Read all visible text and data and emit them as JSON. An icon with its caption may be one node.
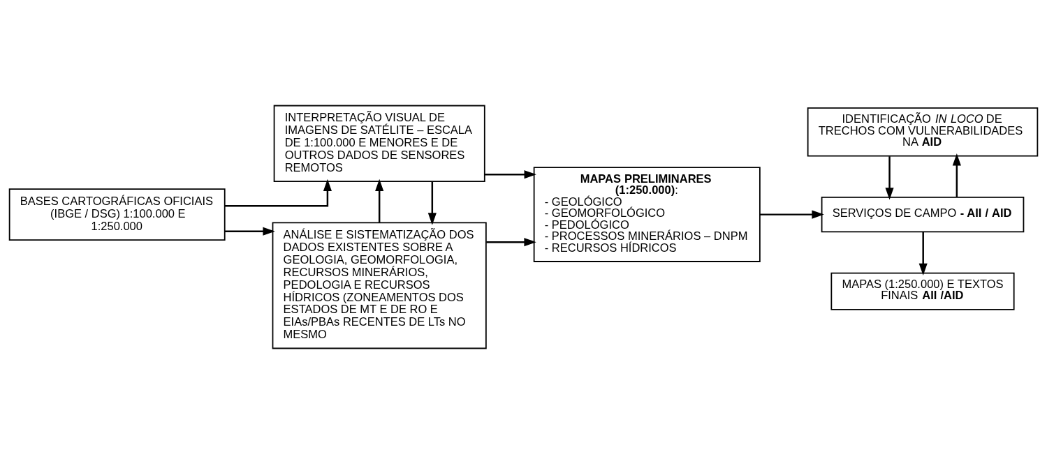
{
  "diagram": {
    "nodes": [
      {
        "text": [
          "BASES CARTOGRÁFICAS OFICIAIS (IBGE / DSG) 1:100.000 E 1:250.000"
        ]
      },
      {
        "text": [
          "ANÁLISE E SISTEMATIZAÇÃO DOS DADOS EXISTENTES SOBRE A GEOLOGIA, GEOMORFOLOGIA, RECURSOS MINERÁRIOS, PEDOLOGIA E RECURSOS HÍDRICOS (ZONEAMENTOS DOS ESTADOS DE MT E DE RO E EIAs/PBAs RECENTES DE LTs NO MESMO"
        ]
      },
      {
        "text": [
          "INTERPRETAÇÃO VISUAL DE IMAGENS DE SATÉLITE – ESCALA DE 1:100.000 E MENORES E DE OUTROS DADOS DE SENSORES REMOTOS"
        ]
      },
      {
        "text": [
          "**MAPAS PRELIMINARES (1:250.000)**:",
          "- GEOLÓGICO",
          "- GEOMORFOLÓGICO",
          "- PEDOLÓGICO",
          "- PROCESSOS MINERÁRIOS – DNPM",
          "- RECURSOS HÍDRICOS"
        ]
      },
      {
        "text": [
          "IDENTIFICAÇÃO *IN LOCO* DE TRECHOS COM VULNERABILIDADES NA **AID**"
        ]
      },
      {
        "text": [
          "SERVIÇOS DE CAMPO **- AII / AID**"
        ]
      },
      {
        "text": [
          "MAPAS (1:250.000) E TEXTOS FINAIS **AII /AID**"
        ]
      }
    ],
    "edges": [
      {
        "from": 0,
        "to": 1,
        "arrow": "to"
      },
      {
        "from": 0,
        "to": 2,
        "arrow": "to"
      },
      {
        "from": 1,
        "to": 2,
        "arrow": "to"
      },
      {
        "from": 2,
        "to": 1,
        "arrow": "to"
      },
      {
        "from": 1,
        "to": 3,
        "arrow": "to"
      },
      {
        "from": 2,
        "to": 3,
        "arrow": "to"
      },
      {
        "from": 3,
        "to": 5,
        "arrow": "to"
      },
      {
        "from": 5,
        "to": 4,
        "arrow": "to"
      },
      {
        "from": 4,
        "to": 5,
        "arrow": "to"
      },
      {
        "from": 5,
        "to": 6,
        "arrow": "to"
      }
    ]
  }
}
